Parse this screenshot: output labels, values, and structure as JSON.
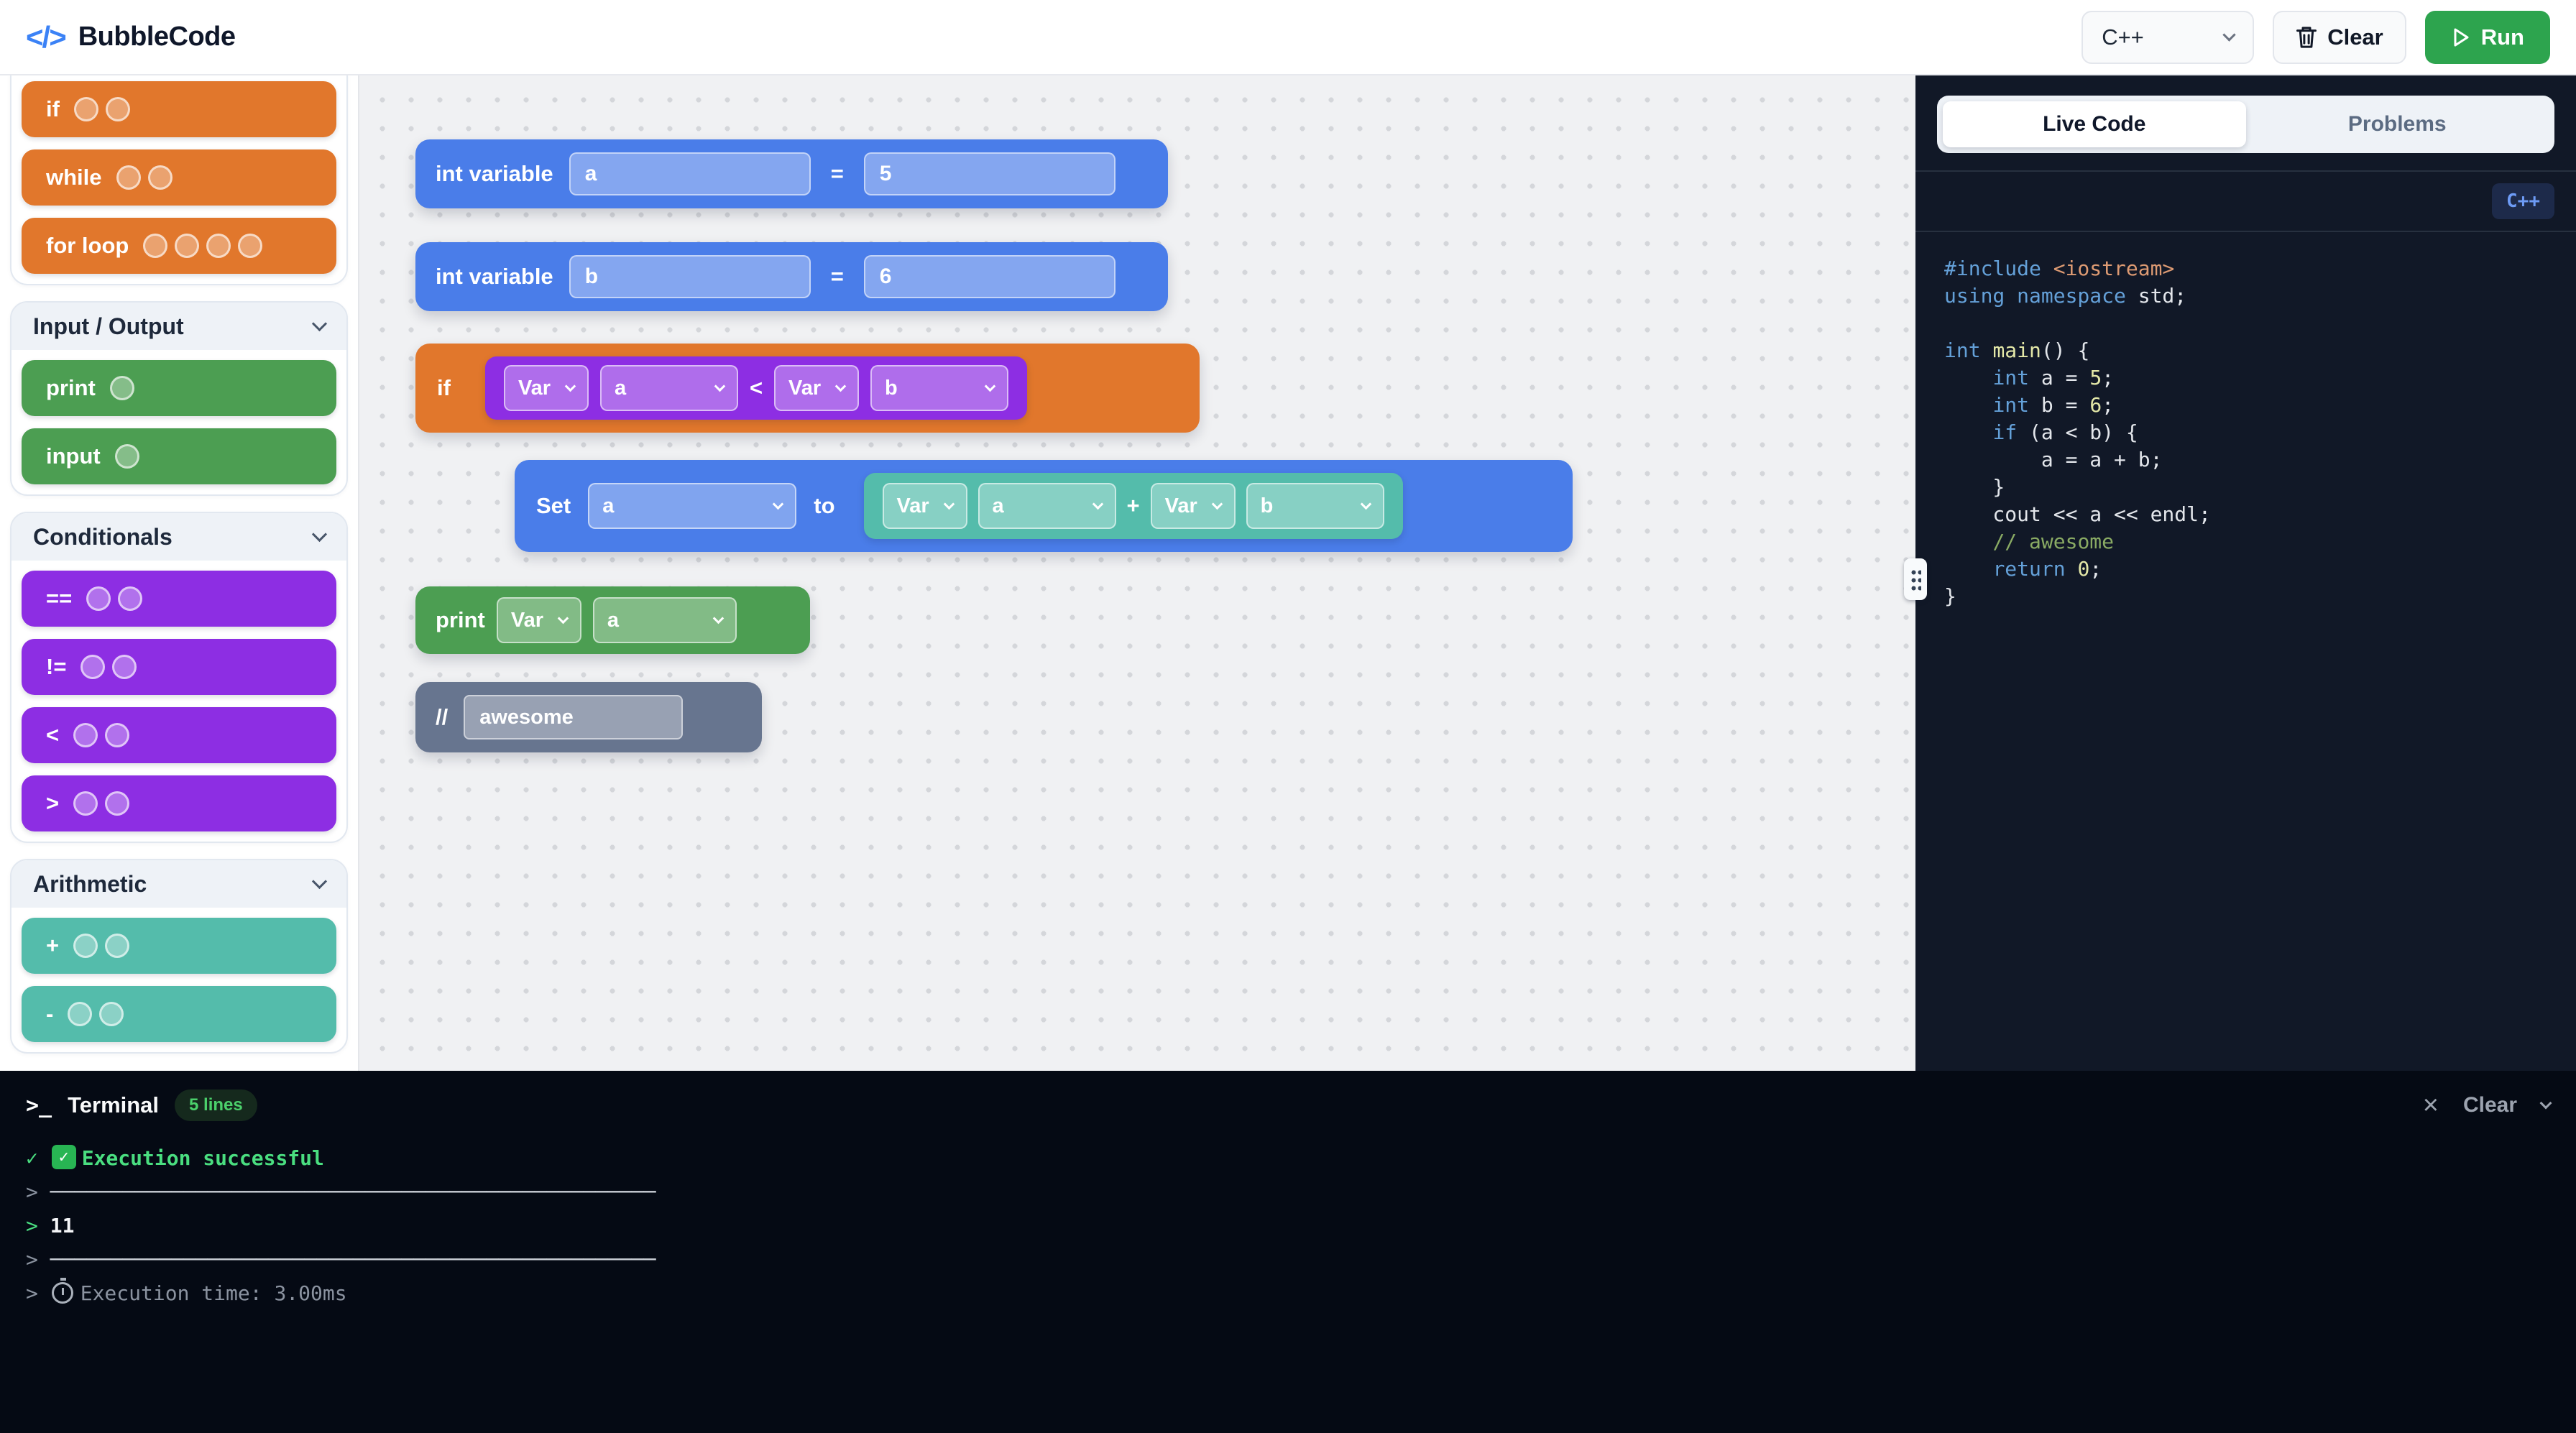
{
  "header": {
    "logo_glyph": "</>",
    "title": "BubbleCode",
    "language_select": {
      "value": "C++"
    },
    "clear_button": "Clear",
    "run_button": "Run"
  },
  "sidebar": {
    "sections": [
      {
        "title": "",
        "blocks": [
          {
            "label": "if",
            "slots": 2
          },
          {
            "label": "while",
            "slots": 2
          },
          {
            "label": "for loop",
            "slots": 4
          }
        ]
      },
      {
        "title": "Input / Output",
        "blocks": [
          {
            "label": "print",
            "slots": 1
          },
          {
            "label": "input",
            "slots": 1
          }
        ]
      },
      {
        "title": "Conditionals",
        "blocks": [
          {
            "label": "==",
            "slots": 2
          },
          {
            "label": "!=",
            "slots": 2
          },
          {
            "label": "<",
            "slots": 2
          },
          {
            "label": ">",
            "slots": 2
          }
        ]
      },
      {
        "title": "Arithmetic",
        "blocks": [
          {
            "label": "+",
            "slots": 2
          },
          {
            "label": "-",
            "slots": 2
          }
        ]
      }
    ]
  },
  "canvas": {
    "int_a": {
      "label": "int variable",
      "name": "a",
      "equals": "=",
      "value": "5"
    },
    "int_b": {
      "label": "int variable",
      "name": "b",
      "equals": "=",
      "value": "6"
    },
    "if_block": {
      "label": "if",
      "left_kind": "Var",
      "left": "a",
      "op": "<",
      "right_kind": "Var",
      "right": "b"
    },
    "set_block": {
      "label": "Set",
      "target": "a",
      "to": "to",
      "left_kind": "Var",
      "left": "a",
      "op": "+",
      "right_kind": "Var",
      "right": "b"
    },
    "print_block": {
      "label": "print",
      "arg_kind": "Var",
      "arg": "a"
    },
    "comment_block": {
      "prefix": "//",
      "text": "awesome"
    }
  },
  "right_panel": {
    "tabs": [
      {
        "label": "Live Code"
      },
      {
        "label": "Problems"
      }
    ],
    "language_badge": "C++",
    "code_lines": [
      [
        {
          "t": "#include ",
          "c": "kw"
        },
        {
          "t": "<iostream>",
          "c": "inc"
        }
      ],
      [
        {
          "t": "using namespace ",
          "c": "kw"
        },
        {
          "t": "std;",
          "c": "plain"
        }
      ],
      [],
      [
        {
          "t": "int ",
          "c": "kw"
        },
        {
          "t": "main",
          "c": "fn"
        },
        {
          "t": "() {",
          "c": "plain"
        }
      ],
      [
        {
          "t": "    ",
          "c": "plain"
        },
        {
          "t": "int ",
          "c": "kw"
        },
        {
          "t": "a = ",
          "c": "plain"
        },
        {
          "t": "5",
          "c": "num"
        },
        {
          "t": ";",
          "c": "plain"
        }
      ],
      [
        {
          "t": "    ",
          "c": "plain"
        },
        {
          "t": "int ",
          "c": "kw"
        },
        {
          "t": "b = ",
          "c": "plain"
        },
        {
          "t": "6",
          "c": "num"
        },
        {
          "t": ";",
          "c": "plain"
        }
      ],
      [
        {
          "t": "    ",
          "c": "plain"
        },
        {
          "t": "if ",
          "c": "kw"
        },
        {
          "t": "(a < b) {",
          "c": "plain"
        }
      ],
      [
        {
          "t": "        a = a + b;",
          "c": "plain"
        }
      ],
      [
        {
          "t": "    }",
          "c": "plain"
        }
      ],
      [
        {
          "t": "    cout << a << endl;",
          "c": "plain"
        }
      ],
      [
        {
          "t": "    ",
          "c": "plain"
        },
        {
          "t": "// awesome",
          "c": "cm"
        }
      ],
      [
        {
          "t": "    ",
          "c": "plain"
        },
        {
          "t": "return ",
          "c": "kw"
        },
        {
          "t": "0",
          "c": "num"
        },
        {
          "t": ";",
          "c": "plain"
        }
      ],
      [
        {
          "t": "}",
          "c": "plain"
        }
      ]
    ]
  },
  "terminal": {
    "prompt_icon": ">_",
    "title": "Terminal",
    "lines_badge": "5 lines",
    "close_icon": "×",
    "clear_label": "Clear",
    "lines": [
      [
        {
          "t": "✓ ",
          "c": "ok"
        },
        {
          "t": "",
          "c": "okicon"
        },
        {
          "t": "Execution successful",
          "c": "okbold"
        }
      ],
      [
        {
          "t": "> ",
          "c": "dim"
        },
        {
          "t": "──────────────────────────────────────────────────",
          "c": "dimline"
        }
      ],
      [
        {
          "t": "> ",
          "c": "ok"
        },
        {
          "t": "11",
          "c": "bold"
        }
      ],
      [
        {
          "t": "> ",
          "c": "dim"
        },
        {
          "t": "──────────────────────────────────────────────────",
          "c": "dimline"
        }
      ],
      [
        {
          "t": "> ",
          "c": "dim"
        },
        {
          "t": "",
          "c": "clockicon"
        },
        {
          "t": "Execution time: 3.00ms",
          "c": "dim"
        }
      ]
    ]
  }
}
